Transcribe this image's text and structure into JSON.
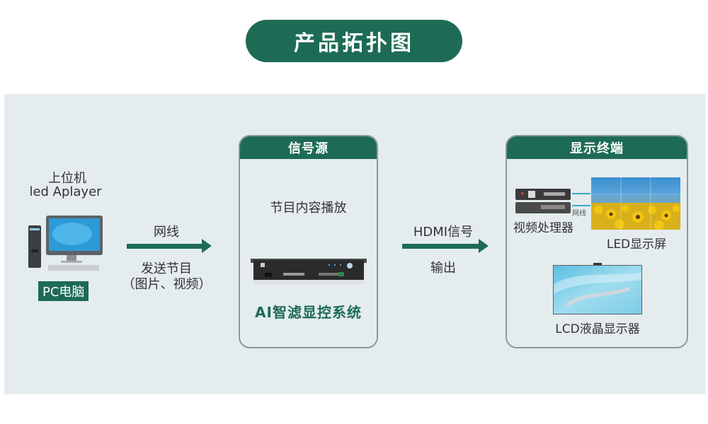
{
  "title": "产品拓扑图",
  "pc": {
    "line1": "上位机",
    "line2": "led Aplayer",
    "label": "PC电脑"
  },
  "arrow1": {
    "top": "网线",
    "bottom1": "发送节目",
    "bottom2": "（图片、视频）"
  },
  "signal_source": {
    "header": "信号源",
    "caption": "节目内容播放",
    "product": "AI智滤显控系统"
  },
  "arrow2": {
    "top": "HDMI信号",
    "bottom": "输出"
  },
  "display": {
    "header": "显示终端",
    "processor_label": "视频处理器",
    "cable_label": "网线",
    "led_label": "LED显示屏",
    "lcd_label": "LCD液晶显示器"
  },
  "colors": {
    "brand": "#1e6b55",
    "panel_bg": "#e4ecee",
    "led_arrow": "#3aa7c9"
  }
}
